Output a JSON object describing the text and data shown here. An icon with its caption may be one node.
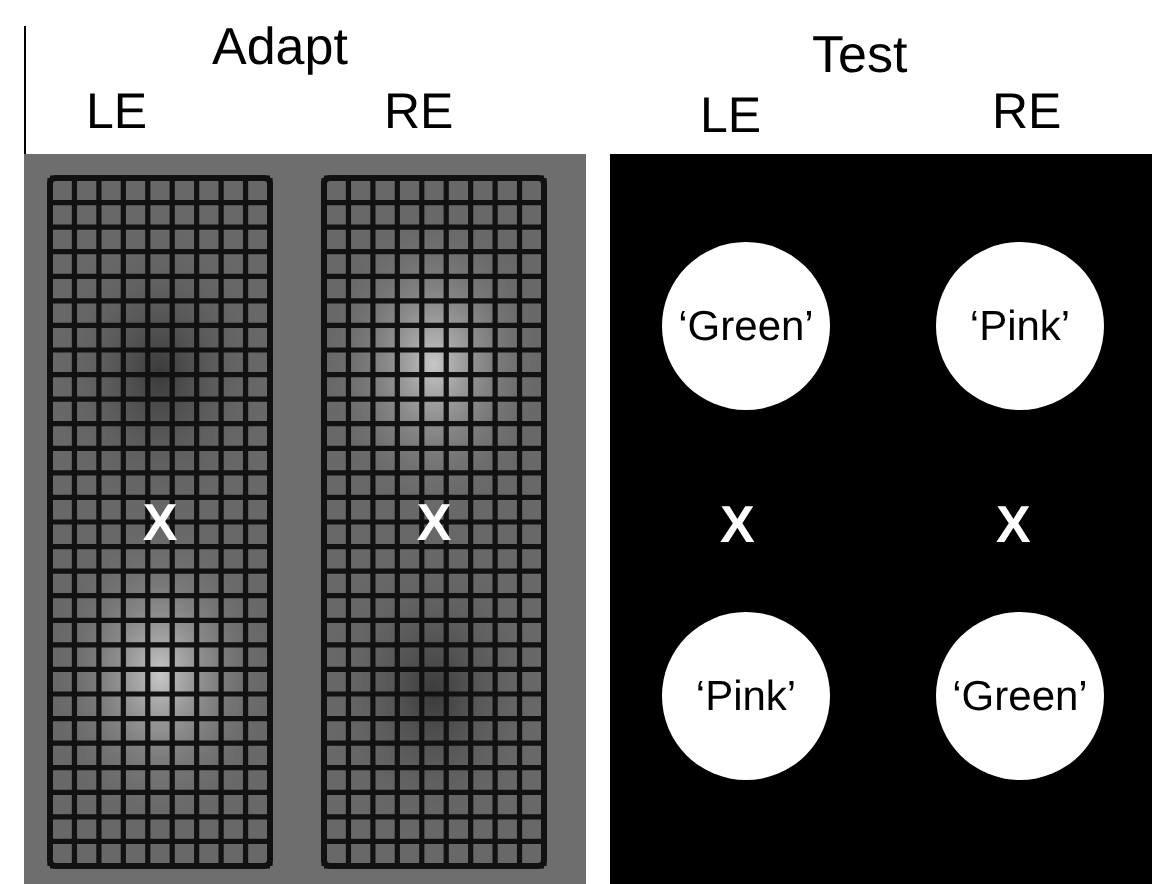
{
  "diagram": {
    "nodes": [
      {
        "text": [],
        "shape": "box"
      },
      {
        "text": [
          "X"
        ],
        "in": 0
      },
      {
        "text": [
          "X"
        ],
        "in": 0
      },
      {
        "text": [],
        "shape": "box"
      },
      {
        "text": [
          "‘Green’"
        ],
        "in": 3
      },
      {
        "text": [
          "‘Pink’"
        ],
        "in": 3
      },
      {
        "text": [
          "‘Pink’"
        ],
        "in": 3
      },
      {
        "text": [
          "‘Green’"
        ],
        "in": 3
      }
    ],
    "labels": [
      "Adapt",
      "Test",
      "LE",
      "RE",
      "LE",
      "RE",
      "X",
      "X"
    ]
  }
}
